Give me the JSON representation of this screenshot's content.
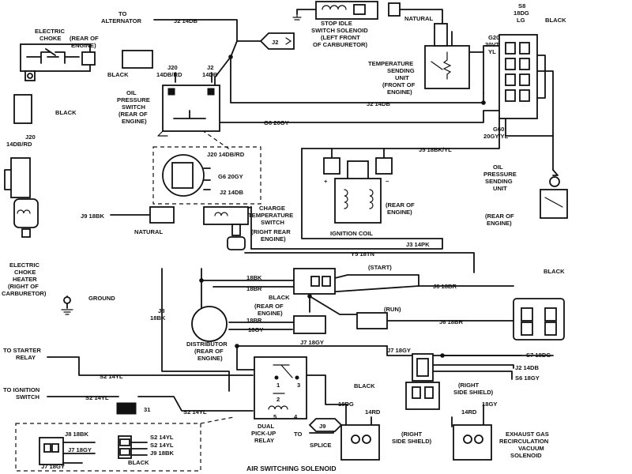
{
  "labels": {
    "to_alternator": "TO",
    "to_alternator_2": "ALTERNATOR",
    "j2_14db_top": "J2 14DB",
    "j2_connector": "J2",
    "stop_idle_1": "STOP IDLE",
    "stop_idle_2": "SWITCH SOLENOID",
    "stop_idle_3": "(LEFT FRONT",
    "stop_idle_4": "OF CARBURETOR)",
    "natural_top": "NATURAL",
    "s8_1": "S8",
    "s8_2": "18DG",
    "s8_3": "LG",
    "black_tr": "BLACK",
    "g20_1": "G20",
    "g20_2": "20VT",
    "g20_3": "YL",
    "temp_1": "TEMPERATURE",
    "temp_2": "SENDING",
    "temp_3": "UNIT",
    "temp_4": "(FRONT OF",
    "temp_5": "ENGINE)",
    "choke_1": "ELECTRIC",
    "choke_2": "CHOKE",
    "choke_3": "(REAR OF",
    "choke_4": "ENGINE)",
    "black_oil": "BLACK",
    "j20_a": "J20",
    "j20_b": "14DB/RD",
    "j2_a": "J2",
    "j2_b": "14DB",
    "oil_1": "OIL",
    "oil_2": "PRESSURE",
    "oil_3": "SWITCH",
    "oil_4": "(REAR OF",
    "oil_5": "ENGINE)",
    "j2_14db_mid": "J2 14DB",
    "g6_20gy": "G6 20GY",
    "g60_1": "G60",
    "g60_2": "20GY/YL",
    "j20_inset": "J20 14DB/RD",
    "g6_inset": "G6 20GY",
    "j2_inset": "J2 14DB",
    "black_left": "BLACK",
    "j20_left_1": "J20",
    "j20_left_2": "14DB/RD",
    "j5": "J5 18BK/YL",
    "coil_plus": "+",
    "coil_minus": "−",
    "coil_rear_1": "(REAR OF",
    "coil_rear_2": "ENGINE)",
    "coil": "IGNITION COIL",
    "oil_sender_1": "OIL",
    "oil_sender_2": "PRESSURE",
    "oil_sender_3": "SENDING",
    "oil_sender_4": "UNIT",
    "oil_sender_5": "(REAR OF",
    "oil_sender_6": "ENGINE)",
    "j9": "J9 18BK",
    "natural_mid": "NATURAL",
    "charge_1": "CHARGE",
    "charge_2": "TEMPERATURE",
    "charge_3": "SWITCH",
    "charge_4": "(RIGHT REAR",
    "charge_5": "ENGINE)",
    "j3": "J3 14PK",
    "y5": "Y5 18TN",
    "heater_1": "ELECTRIC",
    "heater_2": "CHOKE",
    "heater_3": "HEATER",
    "heater_4": "(RIGHT OF",
    "heater_5": "CARBURETOR)",
    "ground": "GROUND",
    "j8_1": "J8",
    "j8_2": "18BK",
    "ign_18bk": "18BK",
    "ign_18br": "18BR",
    "ign_black": "BLACK",
    "ign_rear_1": "(REAR OF",
    "ign_rear_2": "ENGINE)",
    "ign_18br_2": "18BR",
    "ign_18gy": "18GY",
    "start": "(START)",
    "run": "(RUN)",
    "j6_top": "J6 18BR",
    "j6_bot": "J6 18BR",
    "black_right": "BLACK",
    "dist_1": "DISTRIBUTOR",
    "dist_2": "(REAR OF",
    "dist_3": "ENGINE)",
    "j7_a": "J7 18GY",
    "j7_b": "J7 18GY",
    "s7": "S7 18DG",
    "j2_14db_r": "J2 14DB",
    "s6": "S6 18GY",
    "to_starter_1": "TO STARTER",
    "to_starter_2": "RELAY",
    "to_ignition_1": "TO IGNITION",
    "to_ignition_2": "SWITCH",
    "s2_a": "S2 14YL",
    "s2_b": "S2 14YL",
    "s2_c": "S2 14YL",
    "ref31": "31",
    "black_mid": "BLACK",
    "right_shield_1": "(RIGHT",
    "right_shield_2": "SIDE SHIELD)",
    "ds_18dg": "18DG",
    "ds_14rd_a": "14RD",
    "ds_14rd_b": "14RD",
    "ds_18gy": "18GY",
    "right_shield_3": "(RIGHT",
    "right_shield_4": "SIDE SHIELD)",
    "egr_1": "EXHAUST GAS",
    "egr_2": "RECIRCULATION",
    "egr_3": "VACUUM",
    "egr_4": "SOLENOID",
    "relay_1": "DUAL",
    "relay_2": "PICK-UP",
    "relay_3": "RELAY",
    "to_j9": "TO",
    "j9_bubble": "J9",
    "splice": "SPLICE",
    "air_switch": "AIR SWITCHING SOLENOID",
    "inset_j8": "J8 18BK",
    "inset_j7": "J7 18GY",
    "inset_j7b": "J7 18GY",
    "inset_s2a": "S2 14YL",
    "inset_s2b": "S2 14YL",
    "inset_j9": "J9 18BK",
    "inset_black": "BLACK",
    "relay_n1": "1",
    "relay_n2": "2",
    "relay_n3": "3",
    "relay_n5": "5",
    "relay_n4": "4"
  }
}
